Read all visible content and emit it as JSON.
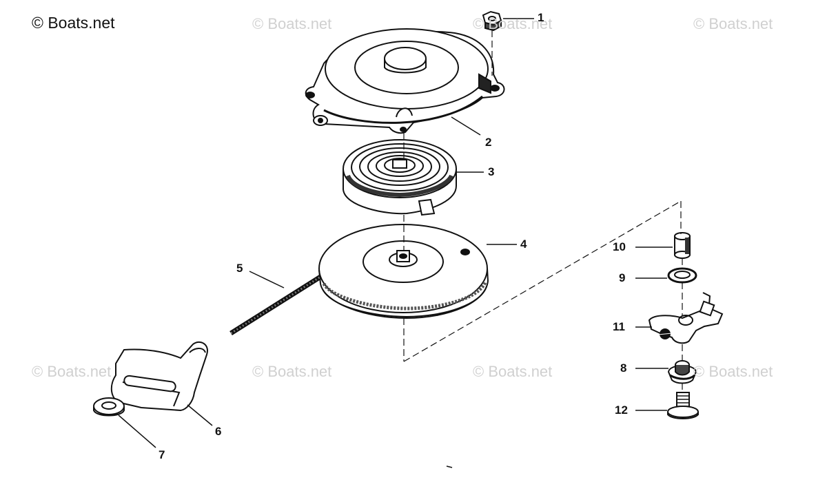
{
  "copyright": "© Boats.net",
  "watermark": "© Boats.net",
  "callouts": {
    "c1": "1",
    "c2": "2",
    "c3": "3",
    "c4": "4",
    "c5": "5",
    "c6": "6",
    "c7": "7",
    "c8": "8",
    "c9": "9",
    "c10": "10",
    "c11": "11",
    "c12": "12"
  },
  "colors": {
    "ink": "#111111",
    "watermark": "#d0d0d0",
    "background": "#ffffff"
  }
}
